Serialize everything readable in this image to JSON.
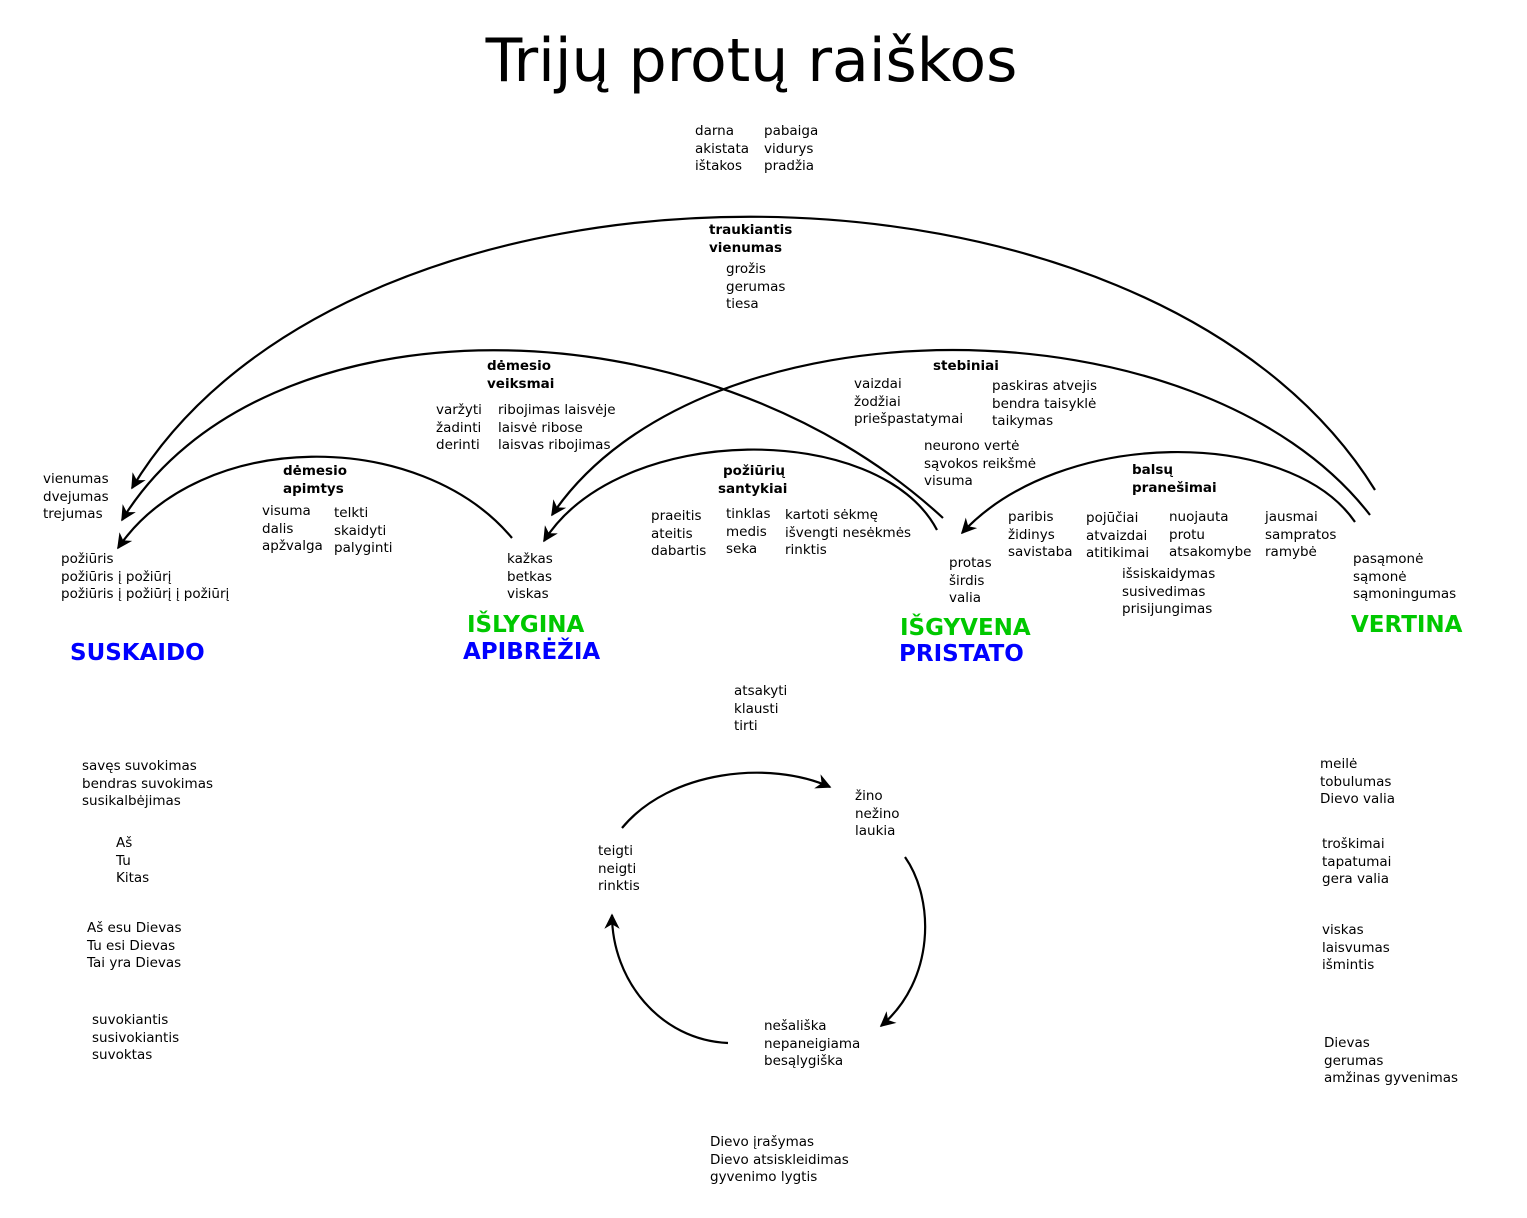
{
  "title": "Trijų protų raiškos",
  "top_left": [
    "darna",
    "akistata",
    "ištakos"
  ],
  "top_right": [
    "pabaiga",
    "vidurys",
    "pradžia"
  ],
  "traukiantis": {
    "heading": [
      "traukiantis",
      "vienumas"
    ],
    "items": [
      "grožis",
      "gerumas",
      "tiesa"
    ]
  },
  "demesio_veiksmai": {
    "heading": [
      "dėmesio",
      "veiksmai"
    ],
    "col1": [
      "varžyti",
      "žadinti",
      "derinti"
    ],
    "col2": [
      "ribojimas laisvėje",
      "laisvė ribose",
      "laisvas ribojimas"
    ]
  },
  "stebiniai": {
    "heading": "stebiniai",
    "col1": [
      "vaizdai",
      "žodžiai",
      "priešpastatymai"
    ],
    "col2": [
      "paskiras atvejis",
      "bendra taisyklė",
      "taikymas"
    ],
    "col3": [
      "neurono vertė",
      "sąvokos reikšmė",
      "visuma"
    ]
  },
  "demesio_apimtys": {
    "heading": [
      "dėmesio",
      "apimtys"
    ],
    "col1": [
      "visuma",
      "dalis",
      "apžvalga"
    ],
    "col2": [
      "telkti",
      "skaidyti",
      "palyginti"
    ]
  },
  "poziuriu_santykiai": {
    "heading": [
      "požiūrių",
      "santykiai"
    ],
    "col1": [
      "praeitis",
      "ateitis",
      "dabartis"
    ],
    "col2": [
      "tinklas",
      "medis",
      "seka"
    ],
    "col3": [
      "kartoti sėkmę",
      "išvengti nesėkmės",
      "rinktis"
    ]
  },
  "balsu_pranesimai": {
    "heading": [
      "balsų",
      "pranešimai"
    ],
    "col1": [
      "paribis",
      "židinys",
      "savistaba"
    ],
    "col2": [
      "pojūčiai",
      "atvaizdai",
      "atitikimai"
    ],
    "col3": [
      "nuojauta",
      "protu",
      "atsakomybe"
    ],
    "col4": [
      "jausmai",
      "sampratos",
      "ramybė"
    ],
    "col5": [
      "išsiskaidymas",
      "susivedimas",
      "prisijungimas"
    ]
  },
  "left_lists": {
    "vienumas": [
      "vienumas",
      "dvejumas",
      "trejumas"
    ],
    "poziuris": [
      "požiūris",
      "požiūris į požiūrį",
      "požiūris į požiūrį į požiūrį"
    ]
  },
  "islygina_list": [
    "kažkas",
    "betkas",
    "viskas"
  ],
  "isgyvena_list": [
    "protas",
    "širdis",
    "valia"
  ],
  "vertina_list": [
    "pasąmonė",
    "sąmonė",
    "sąmoningumas"
  ],
  "labels": {
    "suskaido": "SUSKAIDO",
    "islygina": "IŠLYGINA",
    "apibrezia": "APIBRĖŽIA",
    "isgyvena": "IŠGYVENA",
    "pristato": "PRISTATO",
    "vertina": "VERTINA"
  },
  "colors": {
    "green": "#00c800",
    "blue": "#0000ff"
  },
  "cycle": {
    "top": [
      "atsakyti",
      "klausti",
      "tirti"
    ],
    "zino": [
      "žino",
      "nežino",
      "laukia"
    ],
    "teigti": [
      "teigti",
      "neigti",
      "rinktis"
    ],
    "nesaliska": [
      "nešališka",
      "nepaneigiama",
      "besąlygiška"
    ],
    "bottom": [
      "Dievo įrašymas",
      "Dievo atsiskleidimas",
      "gyvenimo lygtis"
    ]
  },
  "left_column": [
    [
      "savęs suvokimas",
      "bendras suvokimas",
      "susikalbėjimas"
    ],
    [
      "Aš",
      "Tu",
      "Kitas"
    ],
    [
      "Aš esu Dievas",
      "Tu esi Dievas",
      "Tai yra Dievas"
    ],
    [
      "suvokiantis",
      "susivokiantis",
      "suvoktas"
    ]
  ],
  "right_column": [
    [
      "meilė",
      "tobulumas",
      "Dievo valia"
    ],
    [
      "troškimai",
      "tapatumai",
      "gera valia"
    ],
    [
      "viskas",
      "laisvumas",
      "išmintis"
    ],
    [
      "Dievas",
      "gerumas",
      "amžinas gyvenimas"
    ]
  ]
}
